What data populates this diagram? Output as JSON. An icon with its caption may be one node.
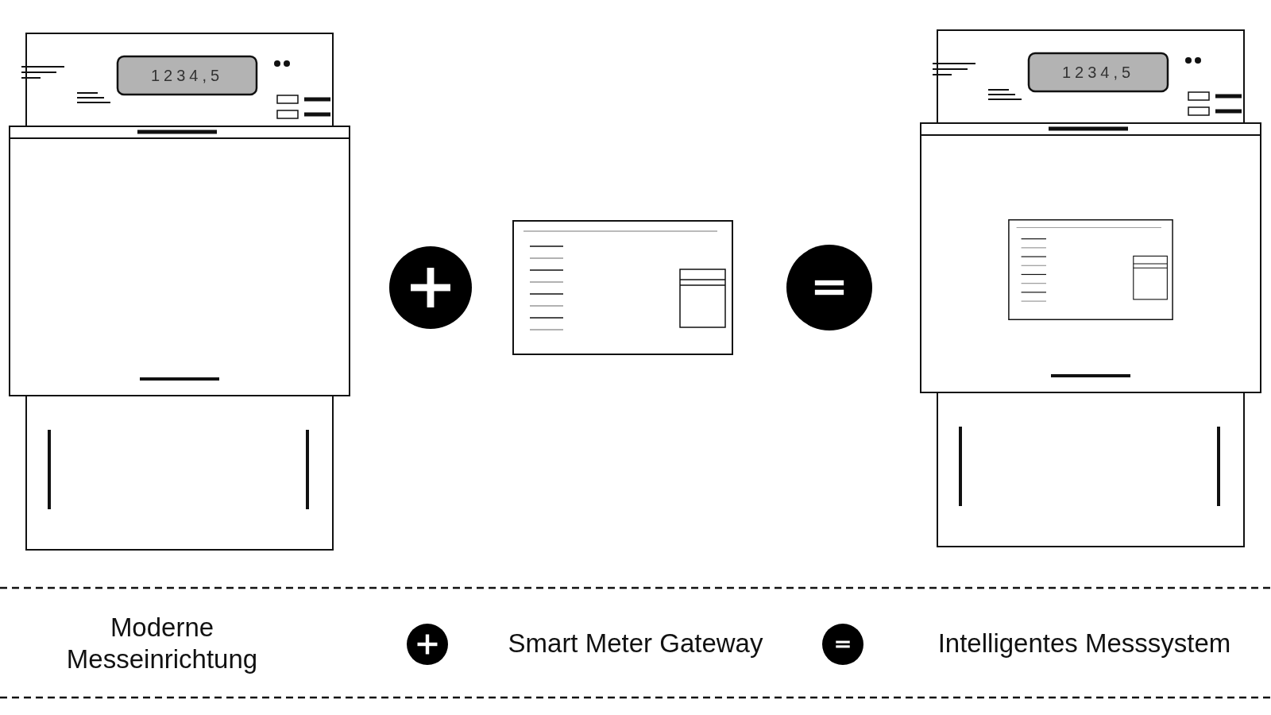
{
  "diagram": {
    "nodes": [
      {
        "text": [
          "1234,5"
        ]
      },
      {
        "text": [],
        "shape": "picture"
      },
      {
        "text": [
          "1234,5"
        ]
      },
      {
        "text": [],
        "shape": "picture",
        "in": 2
      }
    ],
    "labels": [
      "Moderne Messeinrichtung",
      "Smart Meter Gateway",
      "Intelligentes Messsystem"
    ]
  }
}
